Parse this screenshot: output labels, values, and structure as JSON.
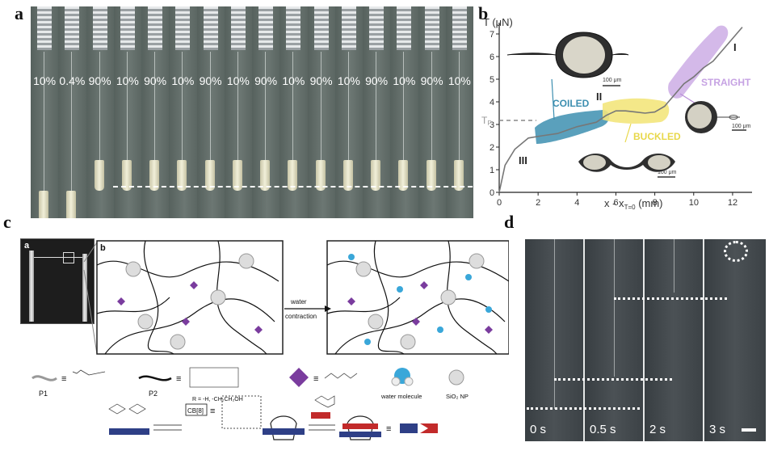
{
  "panel_labels": {
    "a": "a",
    "b": "b",
    "c": "c",
    "d": "d"
  },
  "panel_a": {
    "humidity_labels": [
      "10%",
      "0.4%",
      "90%",
      "10%",
      "90%",
      "10%",
      "90%",
      "10%",
      "90%",
      "10%",
      "90%",
      "10%",
      "90%",
      "10%",
      "90%",
      "10%"
    ]
  },
  "panel_b": {
    "y_axis_label": "T (μN)",
    "y_ticks": [
      "0",
      "1",
      "2",
      "3",
      "4",
      "5",
      "6",
      "7"
    ],
    "x_ticks": [
      "0",
      "2",
      "4",
      "6",
      "8",
      "10",
      "12"
    ],
    "x_axis_label": "x - x",
    "x_axis_subscript": "T=0",
    "x_axis_unit": " (mm)",
    "tp_label": "T",
    "tp_subscript": "P",
    "region_labels": {
      "coiled": "COILED",
      "buckled": "BUCKLED",
      "straight": "STRAIGHT"
    },
    "roman": {
      "one": "I",
      "two": "II",
      "three": "III"
    },
    "scale_bar": "100 μm"
  },
  "panel_c": {
    "inset_a": "a",
    "inset_b": "b",
    "arrow_label_line1": "water",
    "arrow_label_line2": "contraction",
    "legend": {
      "p1": "P1",
      "p2": "P2",
      "r_group": "R = -H, -CH₂CH₂OH",
      "water": "water molecule",
      "sio2": "SiO₂ NP",
      "cb8": "CB[8]",
      "equiv": "≡"
    }
  },
  "panel_d": {
    "time_labels": [
      "0 s",
      "0.5 s",
      "2 s",
      "3 s"
    ]
  },
  "chart_data": {
    "type": "line",
    "title": "",
    "xlabel": "x - x_T=0 (mm)",
    "ylabel": "T (μN)",
    "xlim": [
      0,
      13
    ],
    "ylim": [
      0,
      7.5
    ],
    "x": [
      0,
      0.3,
      0.8,
      1.5,
      2.2,
      3,
      4,
      5,
      5.5,
      6,
      6.5,
      7,
      7.5,
      8,
      8.5,
      9,
      9.5,
      10,
      10.5,
      11,
      11.5,
      12,
      12.5
    ],
    "y": [
      0,
      1.2,
      1.9,
      2.4,
      2.5,
      2.6,
      2.9,
      3.1,
      3.4,
      3.6,
      3.6,
      3.55,
      3.5,
      3.55,
      3.8,
      4.3,
      4.8,
      5.1,
      5.5,
      5.8,
      6.3,
      6.8,
      7.3
    ]
  }
}
